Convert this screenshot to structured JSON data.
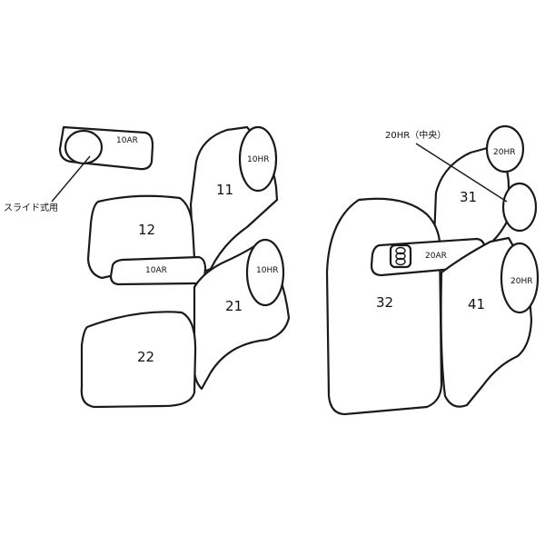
{
  "parts": {
    "armrest_front": "10AR",
    "slide_note": "スライド式用",
    "seat_11": "11",
    "headrest_11": "10HR",
    "seat_12": "12",
    "armrest_middle": "10AR",
    "seat_21": "21",
    "headrest_21": "10HR",
    "seat_22": "22",
    "headrest_center": "20HR（中央）",
    "headrest_31": "20HR",
    "seat_31": "31",
    "armrest_rear": "20AR",
    "seat_32": "32",
    "headrest_41": "20HR",
    "seat_41": "41"
  }
}
